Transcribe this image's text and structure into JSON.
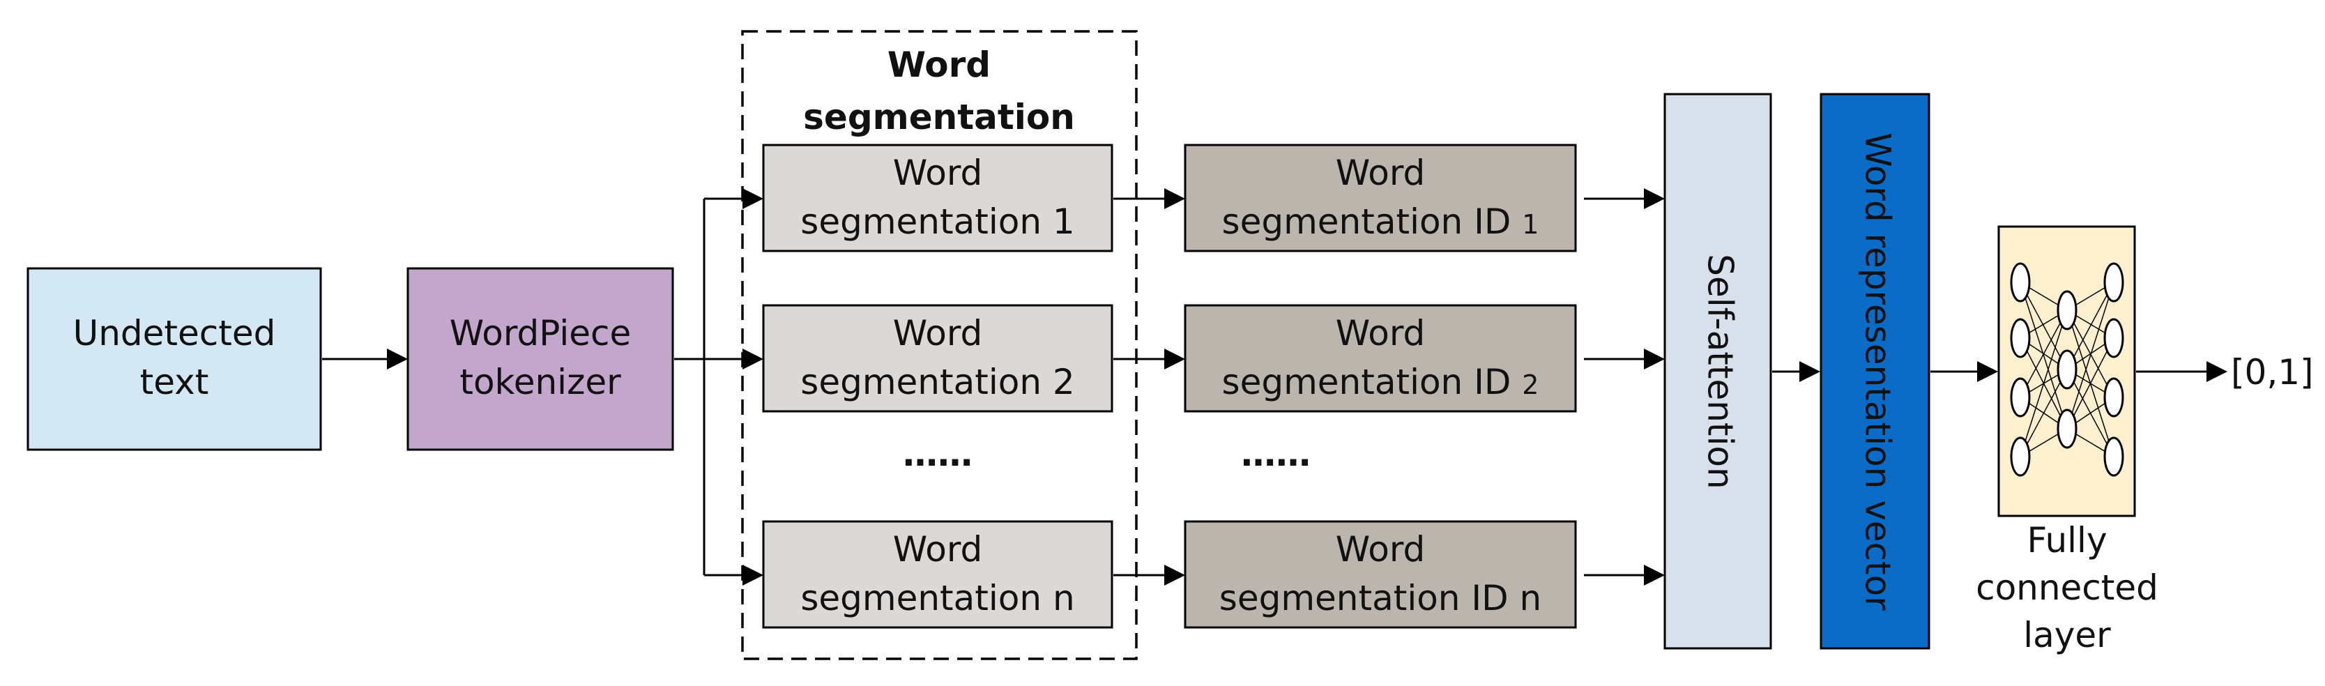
{
  "input": {
    "line1": "Undetected",
    "line2": "text"
  },
  "tokenizer": {
    "line1": "WordPiece",
    "line2": "tokenizer"
  },
  "segmentation_group": {
    "title_line1": "Word",
    "title_line2": "segmentation"
  },
  "segments": [
    {
      "line1": "Word",
      "line2": "segmentation 1"
    },
    {
      "line1": "Word",
      "line2": "segmentation 2"
    },
    {
      "line1": "Word",
      "line2": "segmentation n"
    }
  ],
  "ids": [
    {
      "line1": "Word",
      "line2_main": "segmentation ID ",
      "line2_suffix": "1"
    },
    {
      "line1": "Word",
      "line2_main": "segmentation ID ",
      "line2_suffix": "2"
    },
    {
      "line1": "Word",
      "line2_main": "segmentation ID n",
      "line2_suffix": ""
    }
  ],
  "ellipsis": "……",
  "self_attention": "Self-attention",
  "word_vector": "Word representation vector",
  "fc_layer": {
    "line1": "Fully",
    "line2": "connected",
    "line3": "layer"
  },
  "output": "[0,1]",
  "colors": {
    "input_fill": "#d3e8f3",
    "tokenizer_fill": "#c3a6cc",
    "segment_fill": "#dcd8d5",
    "id_fill": "#bcb5ae",
    "attention_fill": "#d7e0eb",
    "vector_fill": "#0a6cc6",
    "fc_fill": "#fdf0cf"
  }
}
